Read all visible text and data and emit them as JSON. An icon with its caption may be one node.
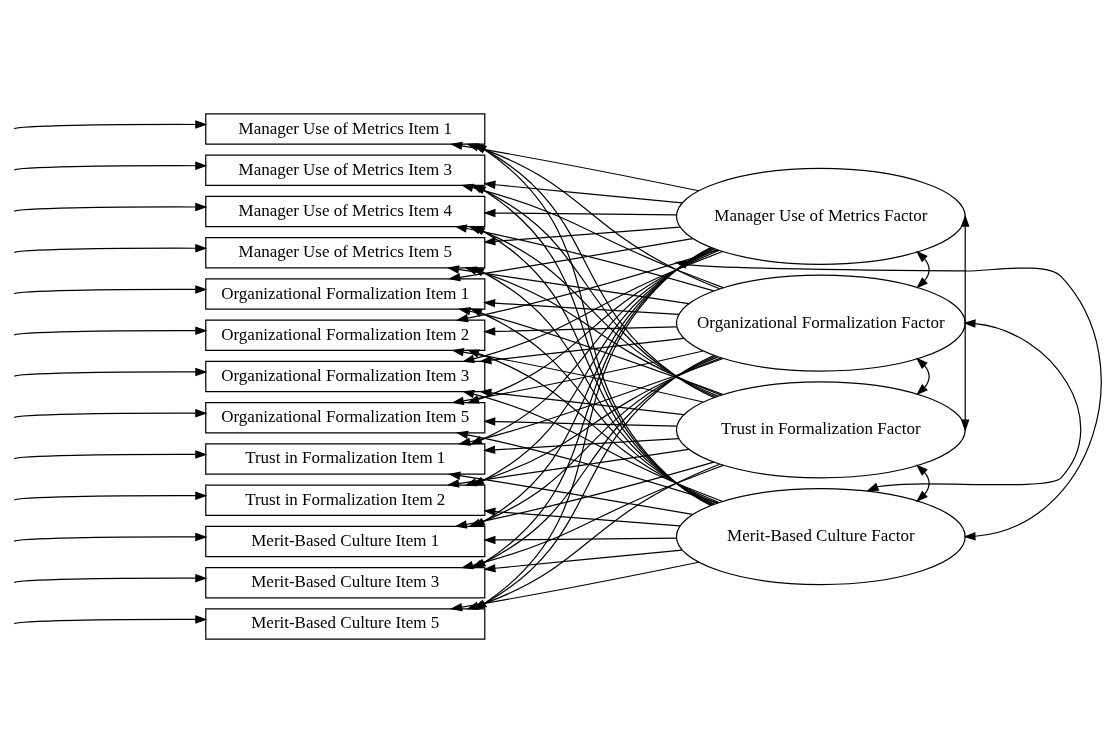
{
  "diagram": {
    "nodes": [
      {
        "text": [
          "Manager Use of Metrics Item 1"
        ]
      },
      {
        "text": [
          "Manager Use of Metrics Item 3"
        ]
      },
      {
        "text": [
          "Manager Use of Metrics Item 4"
        ]
      },
      {
        "text": [
          "Manager Use of Metrics Item 5"
        ]
      },
      {
        "text": [
          "Organizational Formalization Item 1"
        ]
      },
      {
        "text": [
          "Organizational Formalization Item 2"
        ]
      },
      {
        "text": [
          "Organizational Formalization Item 3"
        ]
      },
      {
        "text": [
          "Organizational Formalization Item 5"
        ]
      },
      {
        "text": [
          "Trust in Formalization Item 1"
        ]
      },
      {
        "text": [
          "Trust in Formalization Item 2"
        ]
      },
      {
        "text": [
          "Merit-Based Culture Item 1"
        ]
      },
      {
        "text": [
          "Merit-Based Culture Item 3"
        ]
      },
      {
        "text": [
          "Merit-Based Culture Item 5"
        ]
      },
      {
        "text": [
          "Manager Use of Metrics Factor"
        ]
      },
      {
        "text": [
          "Organizational Formalization Factor"
        ]
      },
      {
        "text": [
          "Trust in Formalization Factor"
        ]
      },
      {
        "text": [
          "Merit-Based Culture Factor"
        ]
      }
    ],
    "edges": [
      {
        "from": null,
        "to": 0,
        "arrow": "to"
      },
      {
        "from": null,
        "to": 1,
        "arrow": "to"
      },
      {
        "from": null,
        "to": 2,
        "arrow": "to"
      },
      {
        "from": null,
        "to": 3,
        "arrow": "to"
      },
      {
        "from": null,
        "to": 4,
        "arrow": "to"
      },
      {
        "from": null,
        "to": 5,
        "arrow": "to"
      },
      {
        "from": null,
        "to": 6,
        "arrow": "to"
      },
      {
        "from": null,
        "to": 7,
        "arrow": "to"
      },
      {
        "from": null,
        "to": 8,
        "arrow": "to"
      },
      {
        "from": null,
        "to": 9,
        "arrow": "to"
      },
      {
        "from": null,
        "to": 10,
        "arrow": "to"
      },
      {
        "from": null,
        "to": 11,
        "arrow": "to"
      },
      {
        "from": null,
        "to": 12,
        "arrow": "to"
      },
      {
        "from": 13,
        "to": 0,
        "arrow": "to"
      },
      {
        "from": 13,
        "to": 1,
        "arrow": "to"
      },
      {
        "from": 13,
        "to": 2,
        "arrow": "to"
      },
      {
        "from": 13,
        "to": 3,
        "arrow": "to"
      },
      {
        "from": 13,
        "to": 4,
        "arrow": "to"
      },
      {
        "from": 13,
        "to": 5,
        "arrow": "to"
      },
      {
        "from": 13,
        "to": 6,
        "arrow": "to"
      },
      {
        "from": 13,
        "to": 7,
        "arrow": "to"
      },
      {
        "from": 13,
        "to": 8,
        "arrow": "to"
      },
      {
        "from": 13,
        "to": 9,
        "arrow": "to"
      },
      {
        "from": 13,
        "to": 10,
        "arrow": "to"
      },
      {
        "from": 13,
        "to": 11,
        "arrow": "to"
      },
      {
        "from": 13,
        "to": 12,
        "arrow": "to"
      },
      {
        "from": 14,
        "to": 0,
        "arrow": "to"
      },
      {
        "from": 14,
        "to": 1,
        "arrow": "to"
      },
      {
        "from": 14,
        "to": 2,
        "arrow": "to"
      },
      {
        "from": 14,
        "to": 3,
        "arrow": "to"
      },
      {
        "from": 14,
        "to": 4,
        "arrow": "to"
      },
      {
        "from": 14,
        "to": 5,
        "arrow": "to"
      },
      {
        "from": 14,
        "to": 6,
        "arrow": "to"
      },
      {
        "from": 14,
        "to": 7,
        "arrow": "to"
      },
      {
        "from": 14,
        "to": 8,
        "arrow": "to"
      },
      {
        "from": 14,
        "to": 9,
        "arrow": "to"
      },
      {
        "from": 14,
        "to": 10,
        "arrow": "to"
      },
      {
        "from": 14,
        "to": 11,
        "arrow": "to"
      },
      {
        "from": 14,
        "to": 12,
        "arrow": "to"
      },
      {
        "from": 15,
        "to": 0,
        "arrow": "to"
      },
      {
        "from": 15,
        "to": 1,
        "arrow": "to"
      },
      {
        "from": 15,
        "to": 2,
        "arrow": "to"
      },
      {
        "from": 15,
        "to": 3,
        "arrow": "to"
      },
      {
        "from": 15,
        "to": 4,
        "arrow": "to"
      },
      {
        "from": 15,
        "to": 5,
        "arrow": "to"
      },
      {
        "from": 15,
        "to": 6,
        "arrow": "to"
      },
      {
        "from": 15,
        "to": 7,
        "arrow": "to"
      },
      {
        "from": 15,
        "to": 8,
        "arrow": "to"
      },
      {
        "from": 15,
        "to": 9,
        "arrow": "to"
      },
      {
        "from": 15,
        "to": 10,
        "arrow": "to"
      },
      {
        "from": 15,
        "to": 11,
        "arrow": "to"
      },
      {
        "from": 15,
        "to": 12,
        "arrow": "to"
      },
      {
        "from": 16,
        "to": 0,
        "arrow": "to"
      },
      {
        "from": 16,
        "to": 1,
        "arrow": "to"
      },
      {
        "from": 16,
        "to": 2,
        "arrow": "to"
      },
      {
        "from": 16,
        "to": 3,
        "arrow": "to"
      },
      {
        "from": 16,
        "to": 4,
        "arrow": "to"
      },
      {
        "from": 16,
        "to": 5,
        "arrow": "to"
      },
      {
        "from": 16,
        "to": 6,
        "arrow": "to"
      },
      {
        "from": 16,
        "to": 7,
        "arrow": "to"
      },
      {
        "from": 16,
        "to": 8,
        "arrow": "to"
      },
      {
        "from": 16,
        "to": 9,
        "arrow": "to"
      },
      {
        "from": 16,
        "to": 10,
        "arrow": "to"
      },
      {
        "from": 16,
        "to": 11,
        "arrow": "to"
      },
      {
        "from": 16,
        "to": 12,
        "arrow": "to"
      },
      {
        "from": 13,
        "to": 14,
        "arrow": "both"
      },
      {
        "from": 13,
        "to": 15,
        "arrow": "both"
      },
      {
        "from": 13,
        "to": 16,
        "arrow": "both"
      },
      {
        "from": 14,
        "to": 15,
        "arrow": "both"
      },
      {
        "from": 14,
        "to": 16,
        "arrow": "both"
      },
      {
        "from": 15,
        "to": 16,
        "arrow": "both"
      }
    ]
  }
}
